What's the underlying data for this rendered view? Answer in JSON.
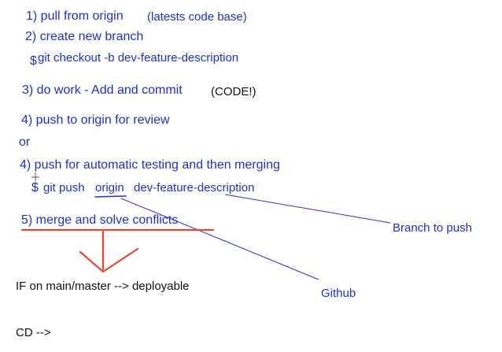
{
  "steps": {
    "s1": "1) pull from origin",
    "s1_note": "(latests code base)",
    "s2": "2) create new branch",
    "s2_cmd_dollar": "$",
    "s2_cmd": "git checkout -b dev-feature-description",
    "s3": "3) do work - Add and commit",
    "s3_note": "(CODE!)",
    "s4a": "4) push to origin for review",
    "or": "or",
    "s4b": "4) push for automatic testing and then merging",
    "s4_cmd_dollar": "$",
    "s4_cmd_pre": "git push",
    "s4_cmd_origin": "origin",
    "s4_cmd_branch": "dev-feature-description",
    "s5": "5) merge and solve conflicts"
  },
  "annotations": {
    "branch_to_push": "Branch to push",
    "github": "Github"
  },
  "footer": {
    "if_main": "IF on main/master --> deployable",
    "cd": "CD -->"
  },
  "colors": {
    "text_blue": "#1f2fc8",
    "text_black": "#111111",
    "ink_red": "#e8472a",
    "ink_blue": "#2a35c8"
  }
}
